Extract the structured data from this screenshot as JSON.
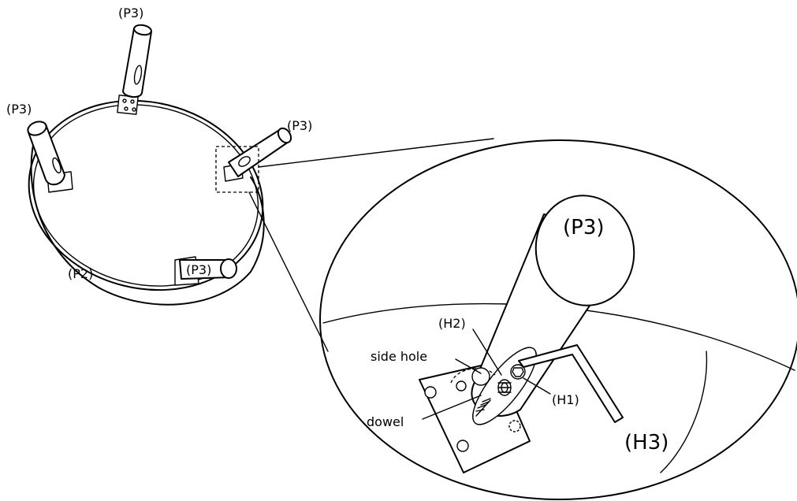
{
  "labels": {
    "p3_top": "(P3)",
    "p3_left": "(P3)",
    "p3_right": "(P3)",
    "p3_bottom": "(P3)",
    "p2": "(P2)",
    "p3_detail": "(P3)",
    "h2": "(H2)",
    "side_hole": "side hole",
    "h1": "(H1)",
    "dowel": "dowel",
    "h3": "(H3)"
  }
}
